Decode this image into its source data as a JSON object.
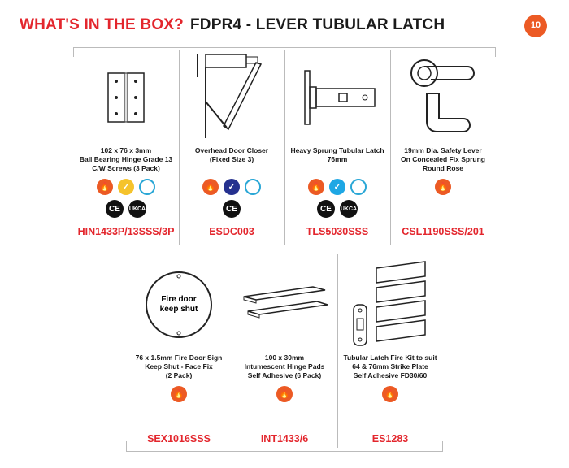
{
  "header": {
    "title_red": "WHAT'S IN THE BOX?",
    "title_black": "FDPR4 - LEVER TUBULAR LATCH",
    "logo_text": "10"
  },
  "items": [
    {
      "desc": [
        "102 x 76 x 3mm",
        "Ball Bearing Hinge Grade 13",
        "C/W Screws (3 Pack)"
      ],
      "code": "HIN1433P/13SSS/3P",
      "badges": [
        "fire",
        "check-yellow",
        "certifire"
      ],
      "marks": [
        "CE",
        "UKCA"
      ]
    },
    {
      "desc": [
        "Overhead Door Closer",
        "(Fixed Size 3)"
      ],
      "code": "ESDC003",
      "badges": [
        "fire",
        "check-navy",
        "certifire"
      ],
      "marks": [
        "CE"
      ]
    },
    {
      "desc": [
        "Heavy Sprung Tubular Latch",
        "76mm"
      ],
      "code": "TLS5030SSS",
      "badges": [
        "fire",
        "check-blue",
        "certifire"
      ],
      "marks": [
        "CE",
        "UKCA"
      ]
    },
    {
      "desc": [
        "19mm Dia. Safety Lever",
        "On Concealed Fix Sprung",
        "Round Rose"
      ],
      "code": "CSL1190SSS/201",
      "badges": [
        "fire"
      ],
      "marks": []
    },
    {
      "desc": [
        "76 x 1.5mm Fire Door Sign",
        "Keep Shut - Face Fix",
        "(2 Pack)"
      ],
      "code": "SEX1016SSS",
      "badges": [
        "fire"
      ],
      "marks": [],
      "sign_text": [
        "Fire door",
        "keep shut"
      ]
    },
    {
      "desc": [
        "100 x 30mm",
        "Intumescent Hinge Pads",
        "Self Adhesive (6 Pack)"
      ],
      "code": "INT1433/6",
      "badges": [
        "fire"
      ],
      "marks": []
    },
    {
      "desc": [
        "Tubular Latch Fire Kit to suit",
        "64 & 76mm Strike Plate",
        "Self Adhesive FD30/60"
      ],
      "code": "ES1283",
      "badges": [
        "fire"
      ],
      "marks": []
    }
  ],
  "colors": {
    "red": "#e3262d",
    "fire": "#ec5a24",
    "yellow": "#f5c32c",
    "navy": "#25318f",
    "blue": "#1ea7e4",
    "certifire": "#2aa7d6"
  }
}
